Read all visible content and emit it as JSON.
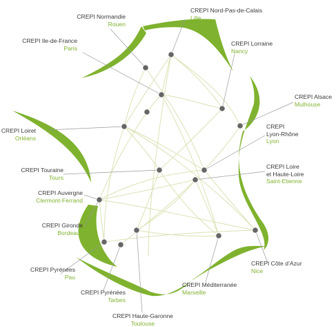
{
  "colors": {
    "network_green": "#7fb22e",
    "curve_line": "#d8e3b4",
    "leader_line": "#9a9a9a",
    "node": "#666666",
    "label_text": "#3a3a3a",
    "city_text": "#7fb22e"
  },
  "labels": [
    {
      "key": "normandie",
      "name": "CREPI Normandie",
      "city": "Rouen"
    },
    {
      "key": "nord",
      "name": "CREPI Nord-Pas-de-Calais",
      "city": "Lille"
    },
    {
      "key": "idf",
      "name": "CREPI Ile-de-France",
      "city": "Paris"
    },
    {
      "key": "lorraine",
      "name": "CREPI Lorraine",
      "city": "Nancy"
    },
    {
      "key": "alsace",
      "name": "CREPI Alsace",
      "city": "Mulhouse"
    },
    {
      "key": "lyon",
      "name": "CREPI\nLyon-Rhône",
      "city": "Lyon"
    },
    {
      "key": "loiret",
      "name": "CREPI Loiret",
      "city": "Orléans"
    },
    {
      "key": "touraine",
      "name": "CREPI Touraine",
      "city": "Tours"
    },
    {
      "key": "loire",
      "name": "CREPI Loire\net Haute-Loire",
      "city": "Saint-Etienne"
    },
    {
      "key": "auvergne",
      "name": "CREPI Auvergne",
      "city": "Clermont-Ferrand"
    },
    {
      "key": "gironde",
      "name": "CREPI Gironde",
      "city": "Bordeaux"
    },
    {
      "key": "cotedazur",
      "name": "CREPI Côte d’Azur",
      "city": "Nice"
    },
    {
      "key": "pyrenees_pau",
      "name": "CREPI Pyrénées",
      "city": "Pau"
    },
    {
      "key": "mediterranee",
      "name": "CREPI Méditerranée",
      "city": "Marseille"
    },
    {
      "key": "pyrenees_tarbes",
      "name": "CREPI Pyrénées",
      "city": "Tarbes"
    },
    {
      "key": "hautegaronne",
      "name": "CREPI Haute-Garonne",
      "city": "Toulouse"
    }
  ]
}
